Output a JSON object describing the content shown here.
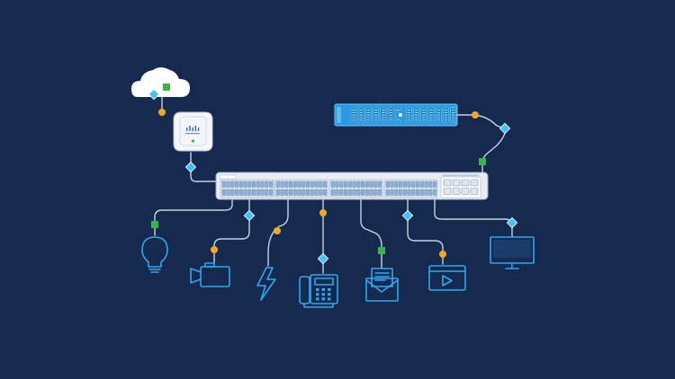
{
  "colors": {
    "background": "#162a4f",
    "line": "#c9d1de",
    "accent_blue": "#2fa8ee",
    "cyan": "#3fc3f3",
    "orange": "#f5a623",
    "green": "#39b54a",
    "white": "#f4f6f9",
    "switch_body": "#e9edf3",
    "port_blue": "#8fb0d6"
  },
  "diagram": {
    "nodes": [
      {
        "id": "cloud",
        "kind": "cloud",
        "icon": "cloud-icon"
      },
      {
        "id": "access_point",
        "kind": "wireless-access-point",
        "icon": "access-point-icon"
      },
      {
        "id": "network_switch",
        "kind": "network-switch",
        "icon": "switch-icon"
      },
      {
        "id": "server",
        "kind": "rack-server",
        "icon": "server-icon"
      },
      {
        "id": "light_bulb",
        "kind": "endpoint",
        "icon": "light-bulb-icon"
      },
      {
        "id": "camera",
        "kind": "endpoint",
        "icon": "video-camera-icon"
      },
      {
        "id": "power",
        "kind": "endpoint",
        "icon": "lightning-bolt-icon"
      },
      {
        "id": "phone",
        "kind": "endpoint",
        "icon": "desk-phone-icon"
      },
      {
        "id": "email",
        "kind": "endpoint",
        "icon": "envelope-icon"
      },
      {
        "id": "video",
        "kind": "endpoint",
        "icon": "video-player-icon"
      },
      {
        "id": "monitor",
        "kind": "endpoint",
        "icon": "monitor-icon"
      }
    ],
    "connections": [
      {
        "from": "cloud",
        "to": "access_point",
        "markers": [
          "diamond-blue",
          "dot-orange"
        ]
      },
      {
        "from": "access_point",
        "to": "network_switch",
        "markers": [
          "diamond-blue"
        ]
      },
      {
        "from": "server",
        "to": "network_switch",
        "markers": [
          "dot-orange",
          "diamond-blue",
          "square-green"
        ]
      },
      {
        "from": "network_switch",
        "to": "light_bulb",
        "markers": [
          "square-green"
        ]
      },
      {
        "from": "network_switch",
        "to": "camera",
        "markers": [
          "diamond-blue",
          "dot-orange"
        ]
      },
      {
        "from": "network_switch",
        "to": "power",
        "markers": [
          "dot-orange"
        ]
      },
      {
        "from": "network_switch",
        "to": "phone",
        "markers": [
          "dot-orange",
          "diamond-blue"
        ]
      },
      {
        "from": "network_switch",
        "to": "email",
        "markers": [
          "square-green"
        ]
      },
      {
        "from": "network_switch",
        "to": "video",
        "markers": [
          "diamond-blue",
          "dot-orange"
        ]
      },
      {
        "from": "network_switch",
        "to": "monitor",
        "markers": [
          "diamond-blue"
        ]
      }
    ]
  }
}
